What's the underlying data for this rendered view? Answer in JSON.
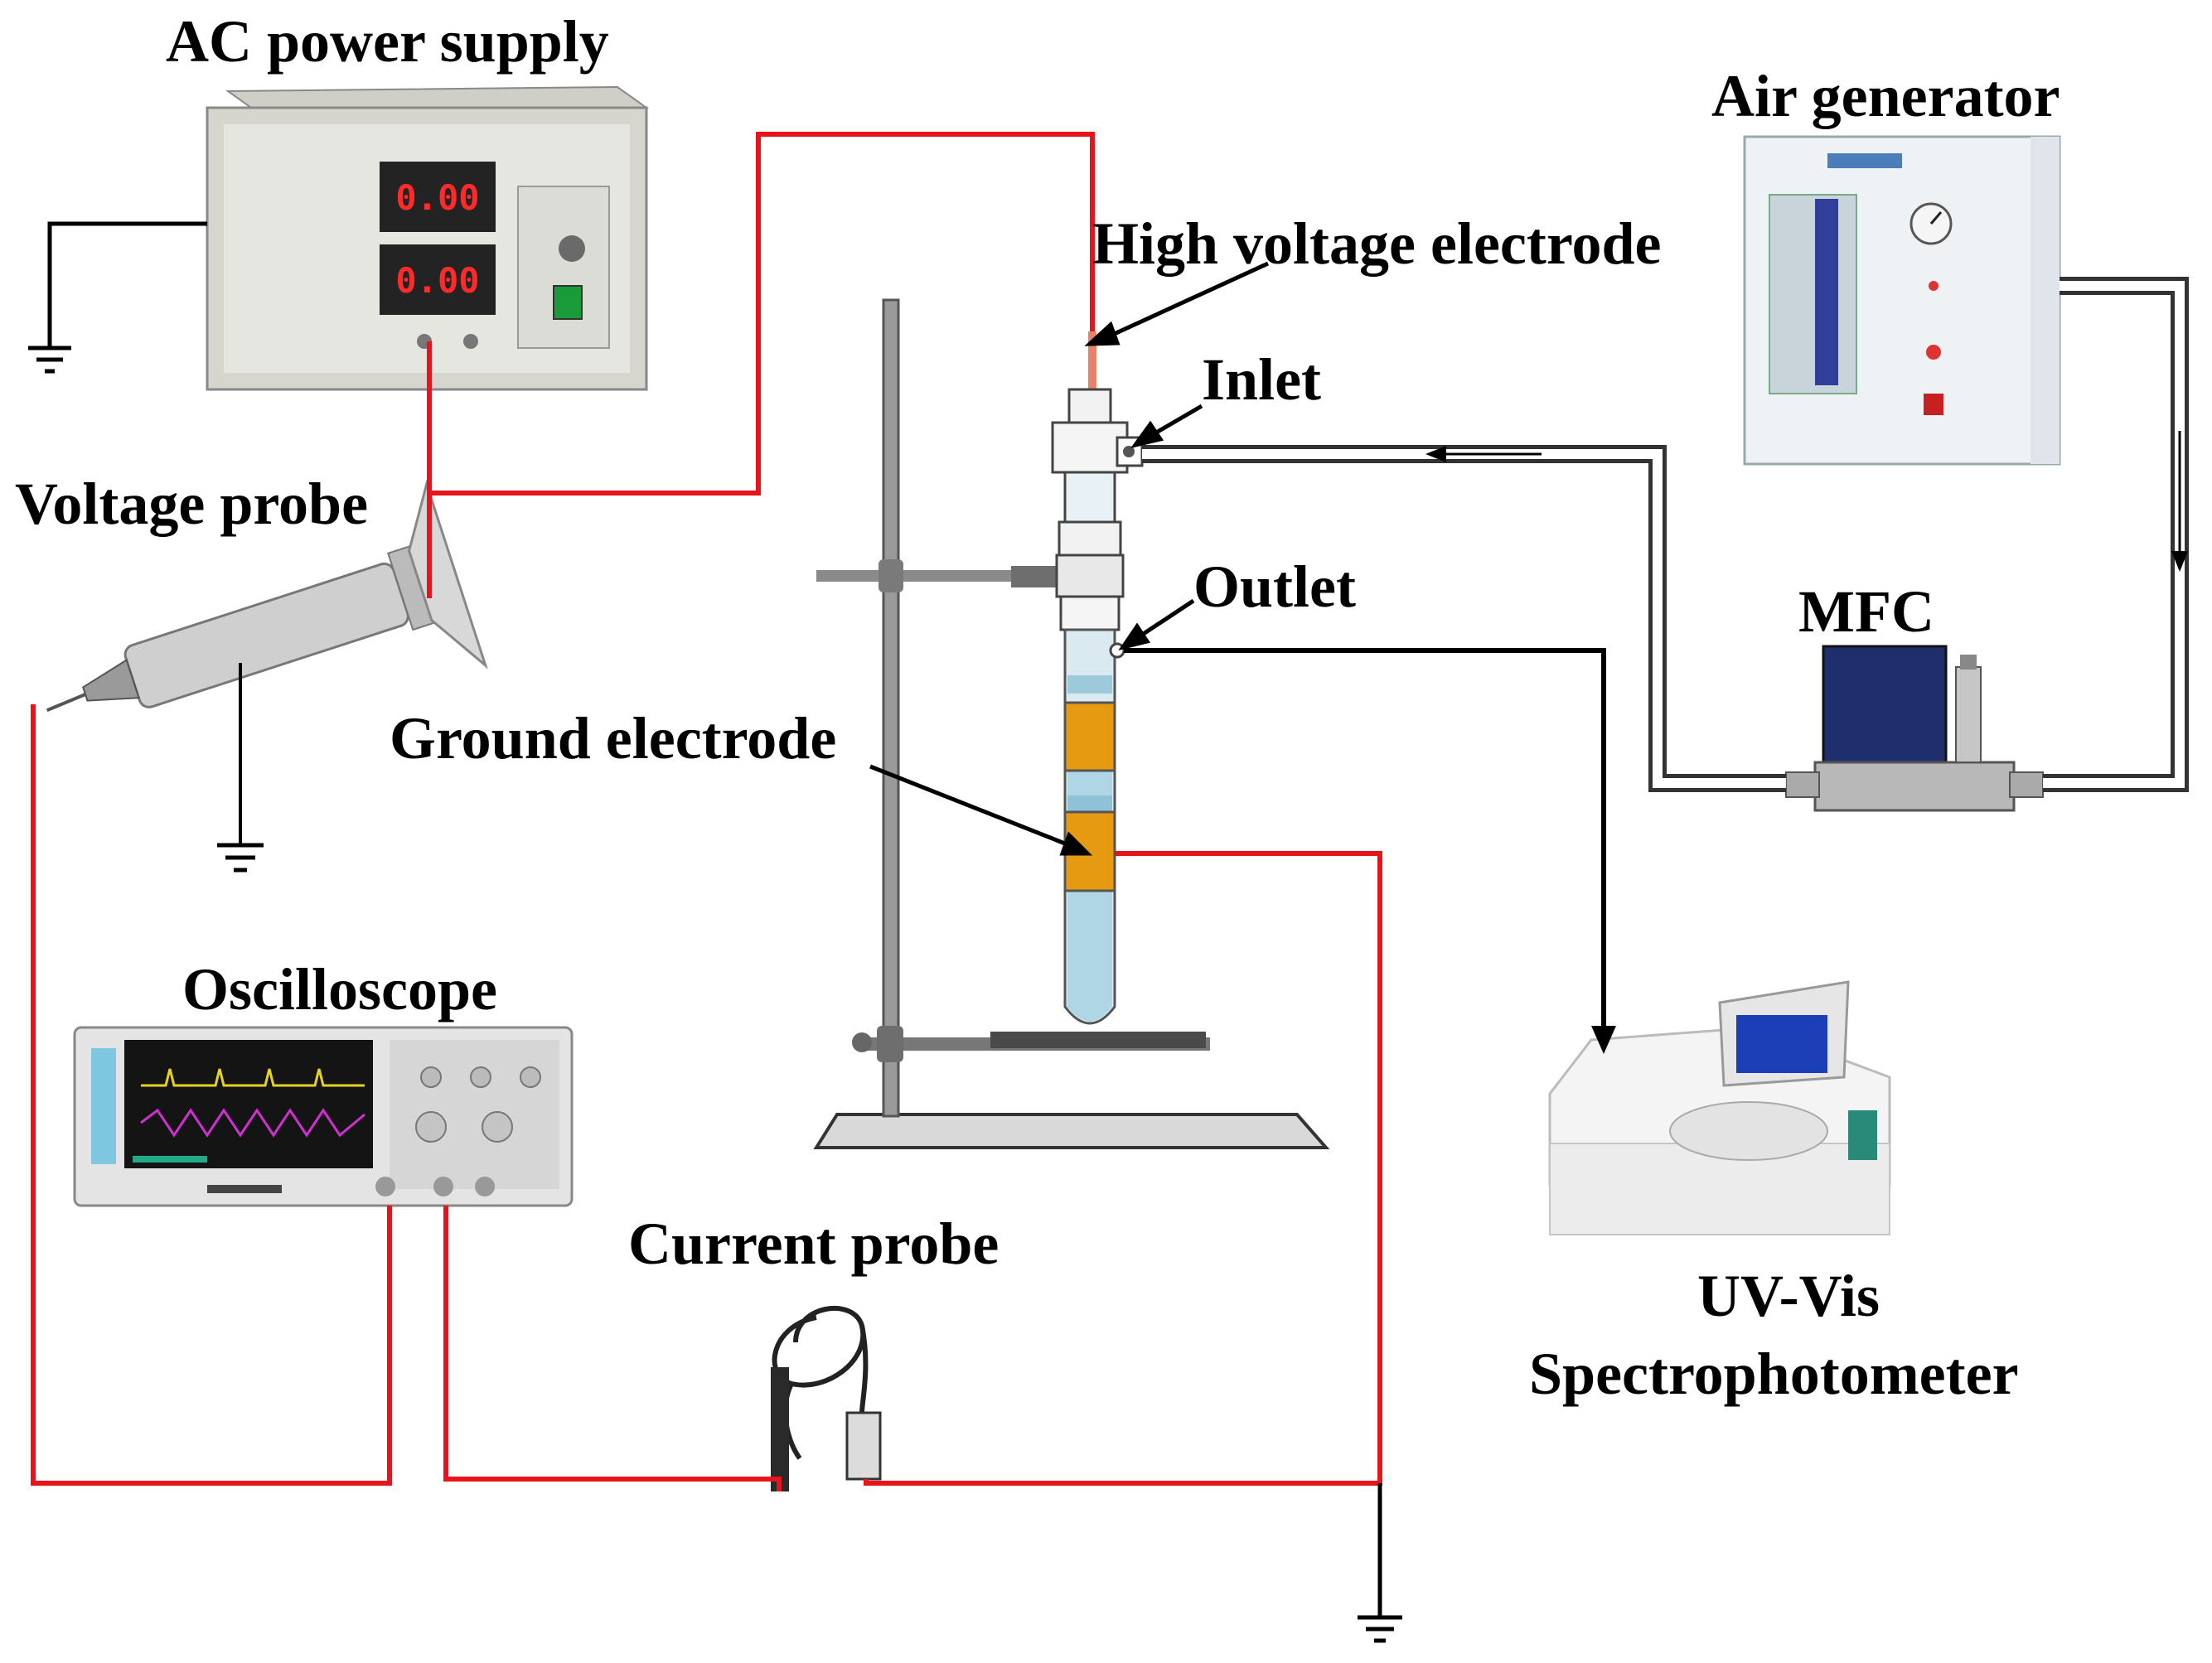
{
  "labels": {
    "ac_power_supply": "AC power supply",
    "air_generator": "Air generator",
    "high_voltage_electrode": "High voltage electrode",
    "inlet": "Inlet",
    "outlet": "Outlet",
    "voltage_probe": "Voltage probe",
    "mfc": "MFC",
    "ground_electrode": "Ground electrode",
    "oscilloscope": "Oscilloscope",
    "current_probe": "Current probe",
    "uv_vis_line1": "UV-Vis",
    "uv_vis_line2": "Spectrophotometer"
  },
  "displays": {
    "psu_upper": "0.00",
    "psu_lower": "0.00"
  },
  "colors": {
    "electrical_wire": "#e8141b",
    "ground_wire": "#000000",
    "gas_tube": "#ffffff",
    "ground_electrode_band": "#e69a12",
    "reactor_liquid": "#aed6e4",
    "stand": "#8c8c8c"
  }
}
